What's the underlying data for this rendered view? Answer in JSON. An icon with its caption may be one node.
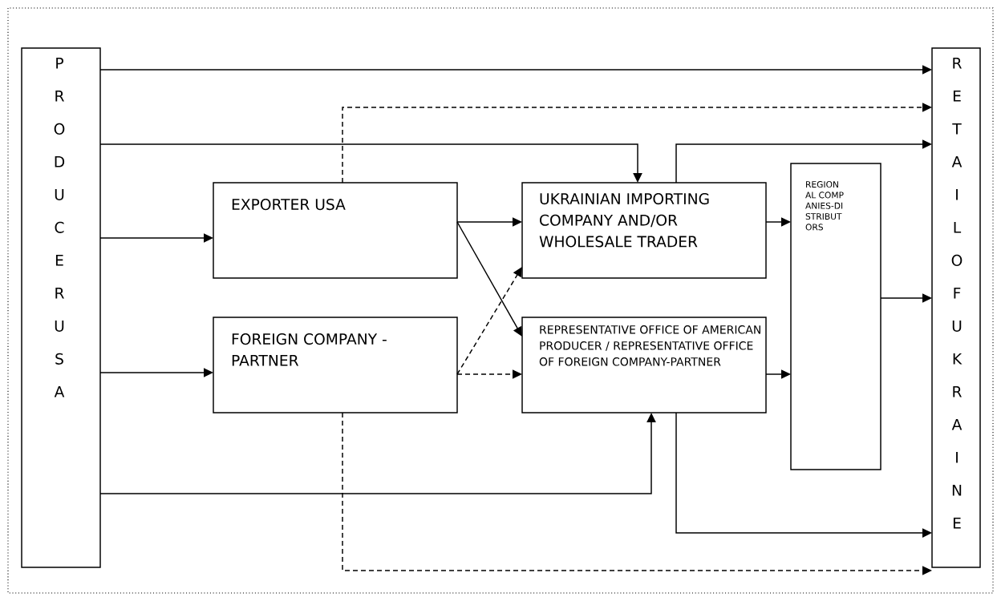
{
  "diagram": {
    "nodes": [
      {
        "text": [
          "PRODUCER USA"
        ]
      },
      {
        "text": [
          "EXPORTER USA"
        ]
      },
      {
        "text": [
          "FOREIGN COMPANY - PARTNER"
        ]
      },
      {
        "text": [
          "UKRAINIAN IMPORTING COMPANY AND/OR WHOLESALE TRADER"
        ]
      },
      {
        "text": [
          "REPRESENTATIVE OFFICE OF AMERICAN PRODUCER / REPRESENTATIVE OFFICE OF FOREIGN COMPANY-PARTNER"
        ]
      },
      {
        "text": [
          "REGIONAL COMPANIES-DISTRIBUTORS"
        ]
      },
      {
        "text": [
          "RETAIL OF UKRAINE"
        ]
      }
    ],
    "edges": [
      {
        "from": 0,
        "to": 6,
        "arrow": "to"
      },
      {
        "from": 1,
        "to": 6,
        "arrow": "to",
        "style": "dashed"
      },
      {
        "from": 0,
        "to": 3,
        "arrow": "to"
      },
      {
        "from": 3,
        "to": 6,
        "arrow": "to"
      },
      {
        "from": 0,
        "to": 1,
        "arrow": "to"
      },
      {
        "from": 0,
        "to": 2,
        "arrow": "to"
      },
      {
        "from": 1,
        "to": 3,
        "arrow": "to"
      },
      {
        "from": 1,
        "to": 4,
        "arrow": "to"
      },
      {
        "from": 2,
        "to": 3,
        "arrow": "to",
        "style": "dashed"
      },
      {
        "from": 2,
        "to": 4,
        "arrow": "to",
        "style": "dashed"
      },
      {
        "from": 3,
        "to": 5,
        "arrow": "to"
      },
      {
        "from": 4,
        "to": 5,
        "arrow": "to"
      },
      {
        "from": 5,
        "to": 6,
        "arrow": "to"
      },
      {
        "from": 0,
        "to": 4,
        "arrow": "to"
      },
      {
        "from": 4,
        "to": 6,
        "arrow": "to"
      },
      {
        "from": 2,
        "to": 6,
        "arrow": "to",
        "style": "dashed"
      }
    ]
  }
}
